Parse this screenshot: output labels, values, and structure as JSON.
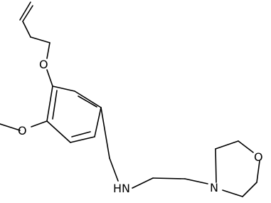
{
  "structure": {
    "atoms": {
      "o_allyl": "O",
      "o_methoxy": "O",
      "nh": "HN",
      "n_morpholine": "N",
      "o_morpholine": "O"
    }
  }
}
